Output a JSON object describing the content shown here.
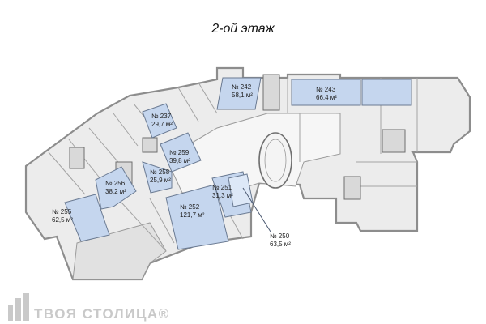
{
  "floor_title": "2-ой этаж",
  "colors": {
    "highlight": "#c5d6ee",
    "common": "#e3e3e3",
    "wall": "#8d8d8d",
    "line": "#5a6678",
    "logo": "#c9c9c9"
  },
  "units": [
    {
      "id": "unit-242",
      "number": "№ 242",
      "area": "58,1 м²"
    },
    {
      "id": "unit-243",
      "number": "№ 243",
      "area": "66,4 м²"
    },
    {
      "id": "unit-237",
      "number": "№ 237",
      "area": "29,7 м²"
    },
    {
      "id": "unit-259",
      "number": "№ 259",
      "area": "39,8 м²"
    },
    {
      "id": "unit-258",
      "number": "№ 258",
      "area": "25,9 м²"
    },
    {
      "id": "unit-256",
      "number": "№ 256",
      "area": "38,2 м²"
    },
    {
      "id": "unit-252",
      "number": "№ 252",
      "area": "121,7 м²"
    },
    {
      "id": "unit-251",
      "number": "№ 251",
      "area": "31,3 м²"
    },
    {
      "id": "unit-255",
      "number": "№ 255",
      "area": "62,5 м²"
    },
    {
      "id": "unit-250",
      "number": "№ 250",
      "area": "63,5 м²"
    }
  ],
  "watermark": {
    "text": "ТВОЯ СТОЛИЦА®",
    "icon": "building-logo-icon"
  }
}
